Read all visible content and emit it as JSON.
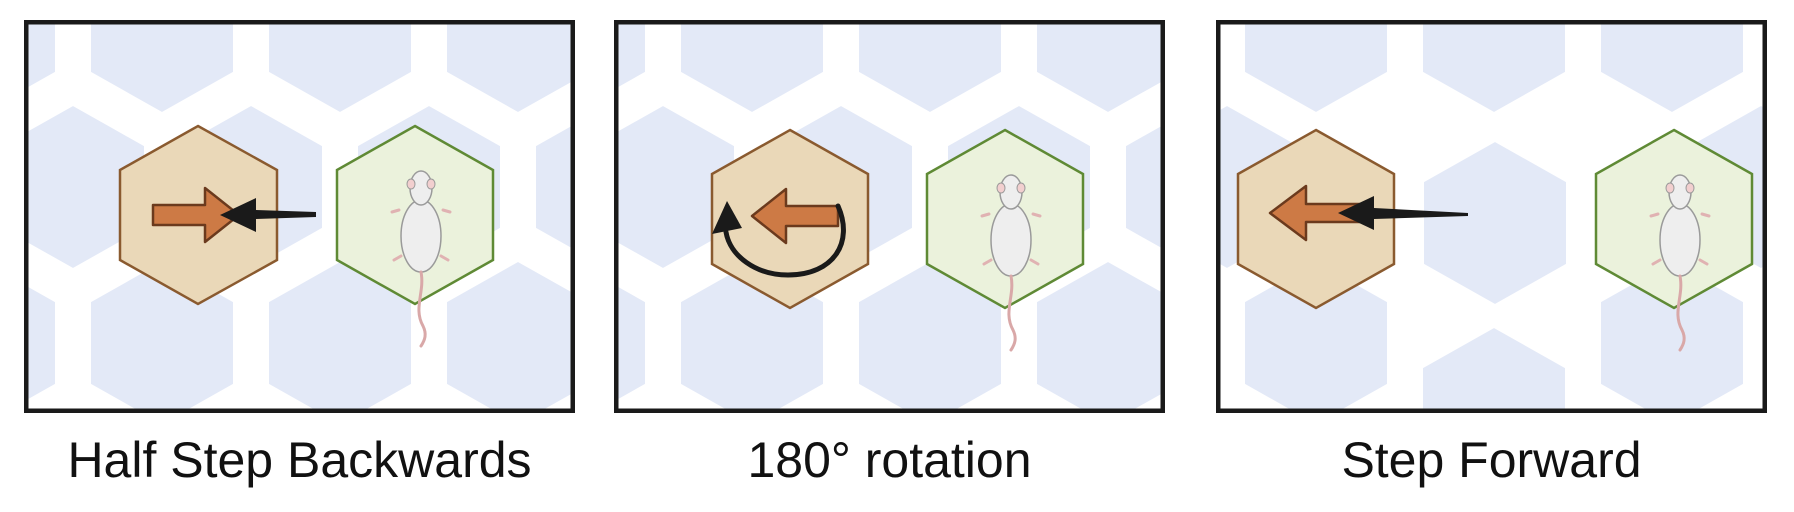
{
  "colors": {
    "cell": "#e3e9f7",
    "gap": "#ffffff",
    "frame": "#1a1a1a",
    "hex_current_fill": "#ead8b8",
    "hex_current_stroke": "#8a5a2f",
    "hex_goal_fill": "#ebf2dc",
    "hex_goal_stroke": "#5f8a35",
    "arrow_fill": "#cd7a45",
    "arrow_stroke": "#6b3a1d",
    "motion_arrow": "#1a1a1a"
  },
  "icons": {
    "current_tile": "orange-hexagon-with-arrow",
    "goal_tile": "green-hexagon-with-mouse",
    "mouse": "mouse-icon",
    "motion": "black-motion-arrow"
  },
  "panels": [
    {
      "caption": "Half Step Backwards",
      "motion": "half-step-back"
    },
    {
      "caption": "180° rotation",
      "motion": "rotation"
    },
    {
      "caption": "Step Forward",
      "motion": "step-forward"
    }
  ]
}
